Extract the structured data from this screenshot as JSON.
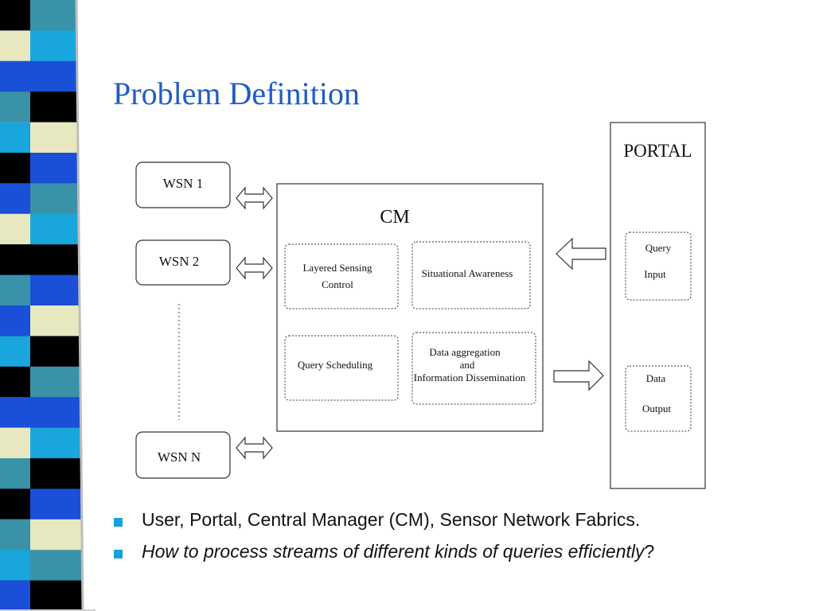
{
  "slide": {
    "title": "Problem Definition"
  },
  "diagram": {
    "wsn_nodes": [
      "WSN 1",
      "WSN 2",
      "WSN N"
    ],
    "cm": {
      "title": "CM",
      "modules": {
        "layered_line1": "Layered Sensing",
        "layered_line2": "Control",
        "situational": "Situational Awareness",
        "query_scheduling": "Query Scheduling",
        "data_agg_line1": "Data aggregation",
        "data_agg_line2": "and",
        "data_agg_line3": "Information Dissemination"
      }
    },
    "portal": {
      "title": "PORTAL",
      "query_line1": "Query",
      "query_line2": "Input",
      "data_line1": "Data",
      "data_line2": "Output"
    }
  },
  "bullets": {
    "line1": "User, Portal, Central Manager (CM), Sensor Network Fabrics.",
    "line2_italic": "How to process streams of different kinds of queries efficiently",
    "line2_suffix": "?"
  },
  "colors": {
    "title": "#1f5cc5",
    "bullet": "#19a0d8",
    "stripe_blue": "#1a4fd8",
    "stripe_teal": "#3a92a8",
    "stripe_cyan": "#18a6dc",
    "stripe_cream": "#e8e8c0",
    "stripe_black": "#000000"
  }
}
